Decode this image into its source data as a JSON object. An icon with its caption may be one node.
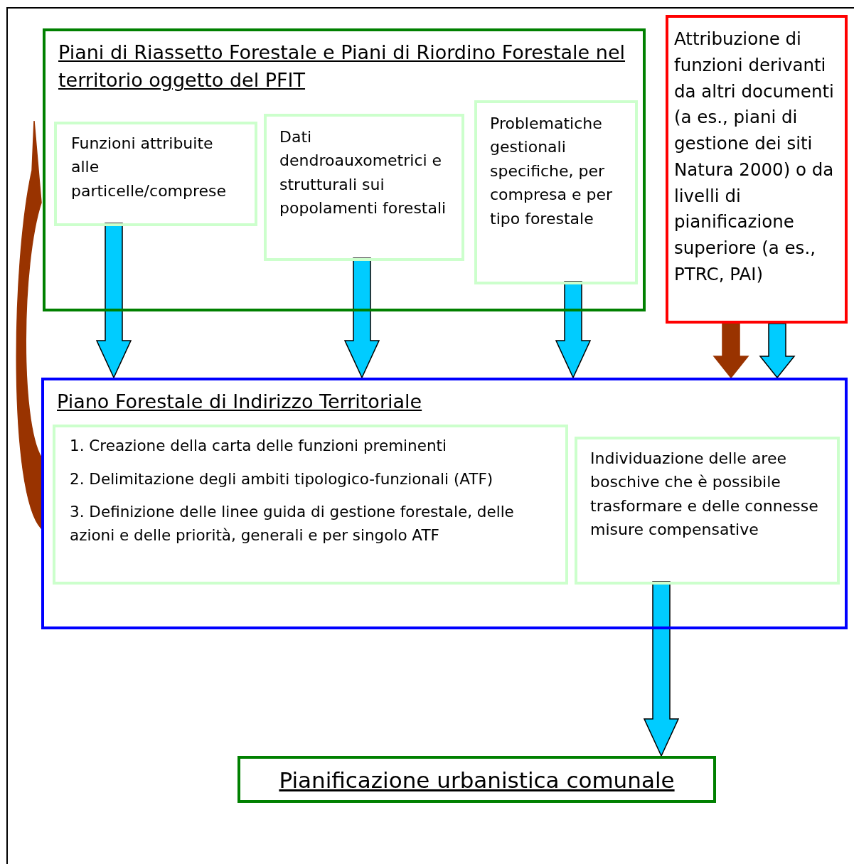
{
  "diagram": {
    "nodes": [
      {
        "text": [
          "Piani di Riassetto Forestale e Piani di Riordino Forestale nel territorio oggetto del PFIT"
        ]
      },
      {
        "text": [
          "Funzioni attribuite alle particelle/comprese"
        ],
        "in": 0
      },
      {
        "text": [
          "Dati dendroauxometrici e strutturali sui popolamenti forestali"
        ],
        "in": 0
      },
      {
        "text": [
          "Problematiche gestionali specifiche, per compresa e per tipo forestale"
        ],
        "in": 0
      },
      {
        "text": [
          "Attribuzione di funzioni derivanti da altri documenti (a es., piani di gestione dei siti Natura 2000) o da livelli di pianificazione superiore (a es., PTRC, PAI)"
        ]
      },
      {
        "text": [
          "Piano Forestale di Indirizzo Territoriale"
        ]
      },
      {
        "text": [
          "1. Creazione della carta delle funzioni preminenti",
          "2. Delimitazione degli ambiti tipologico-funzionali (ATF)",
          "3. Definizione delle linee guida di gestione forestale, delle azioni e delle priorità, generali e per singolo ATF"
        ],
        "in": 5
      },
      {
        "text": [
          "Individuazione delle aree boschive che è possibile trasformare e delle connesse misure compensative"
        ],
        "in": 5
      },
      {
        "text": [
          "Pianificazione urbanistica comunale"
        ]
      }
    ],
    "edges": [
      {
        "from": 1,
        "to": 5,
        "arrow": "to"
      },
      {
        "from": 2,
        "to": 5,
        "arrow": "to"
      },
      {
        "from": 3,
        "to": 5,
        "arrow": "to"
      },
      {
        "from": 4,
        "to": 5,
        "arrow": "to",
        "color": "#993300"
      },
      {
        "from": 4,
        "to": 5,
        "arrow": "to"
      },
      {
        "from": 5,
        "to": 0,
        "arrow": "to",
        "color": "#993300"
      },
      {
        "from": 7,
        "to": 8,
        "arrow": "to"
      }
    ]
  }
}
